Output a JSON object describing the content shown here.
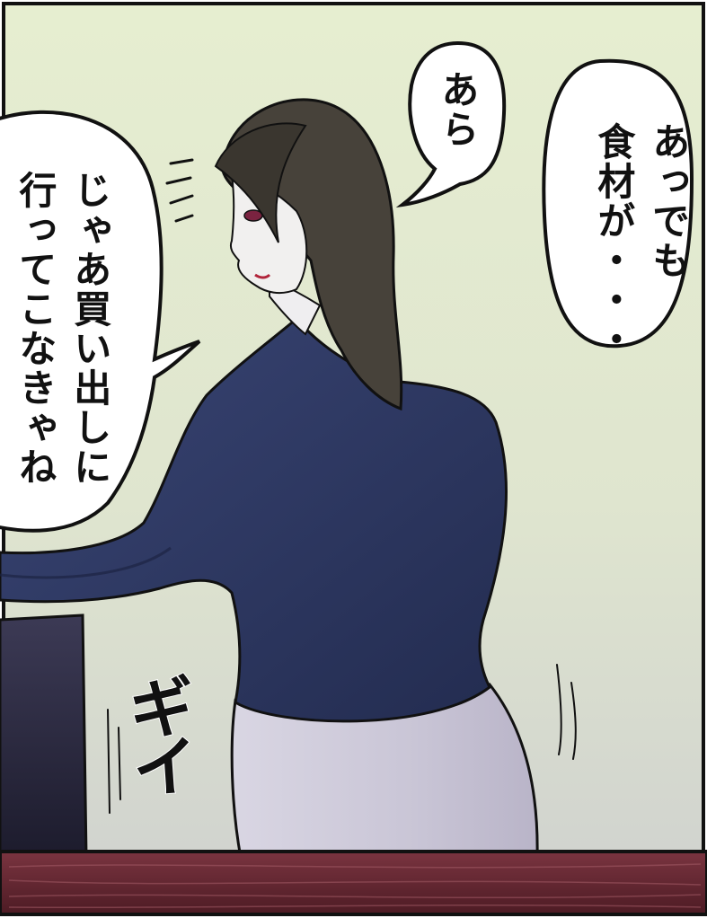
{
  "panel": {
    "bubbles": {
      "left": "じゃあ買い出しに\n行ってこなきゃね",
      "middle": "あら",
      "right": "あっでも\n食材が・・・"
    },
    "sound_effect": "ギイ"
  },
  "colors": {
    "background_top": "#e3ebcd",
    "background_bottom": "#d4d6d2",
    "sweater": "#2b3560",
    "skirt": "#cdc9d9",
    "hair": "#47423a",
    "counter": "#6a2b36"
  }
}
